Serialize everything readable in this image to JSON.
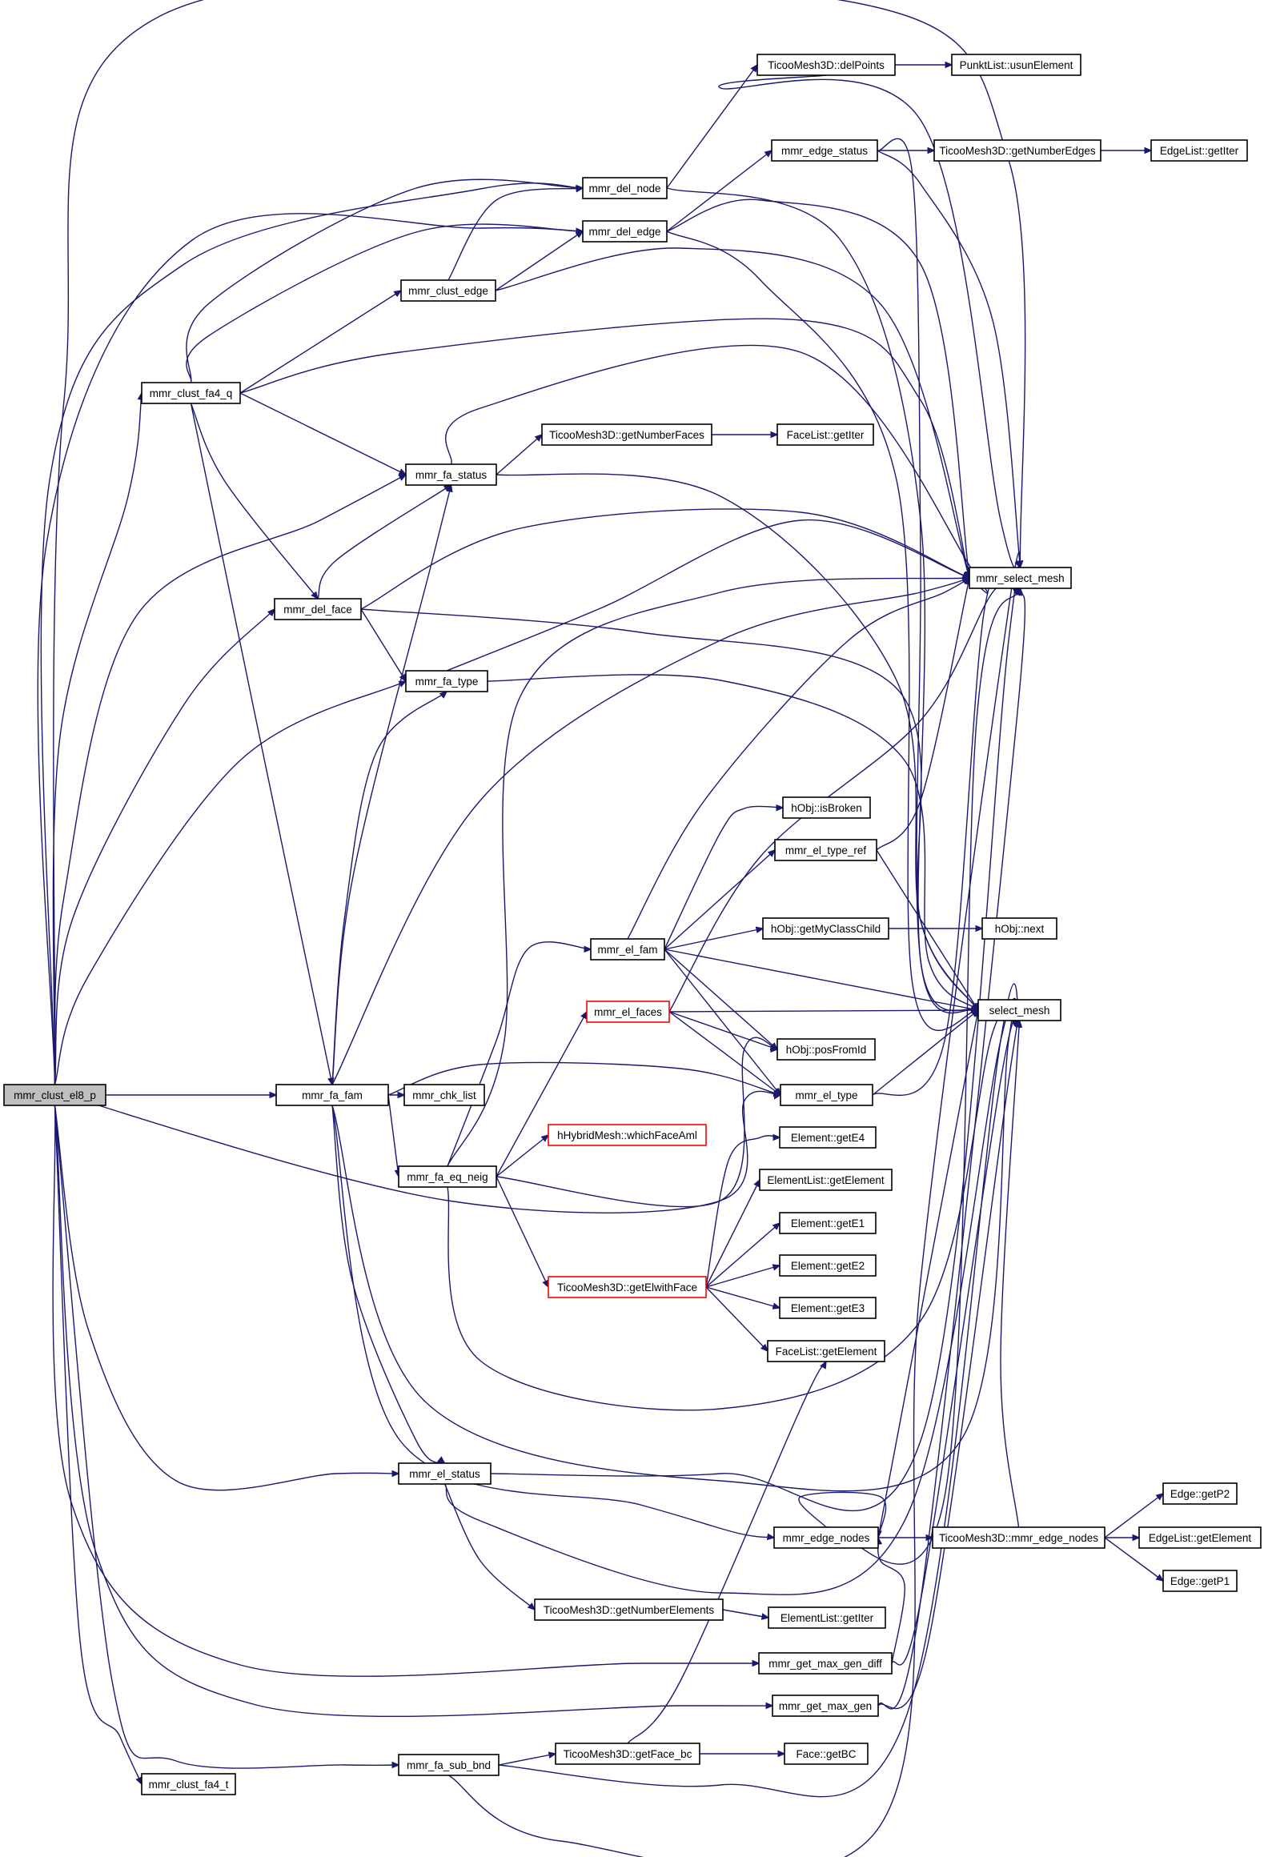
{
  "diagram": {
    "nodes": [
      {
        "id": "root",
        "label": "mmr_clust_el8_p"
      },
      {
        "id": "fa_fam",
        "label": "mmr_fa_fam"
      },
      {
        "id": "chk_list",
        "label": "mmr_chk_list"
      },
      {
        "id": "clust_fa4_q",
        "label": "mmr_clust_fa4_q"
      },
      {
        "id": "clust_fa4_t",
        "label": "mmr_clust_fa4_t"
      },
      {
        "id": "del_face",
        "label": "mmr_del_face"
      },
      {
        "id": "el_status",
        "label": "mmr_el_status"
      },
      {
        "id": "fa_sub_bnd",
        "label": "mmr_fa_sub_bnd"
      },
      {
        "id": "fa_status",
        "label": "mmr_fa_status"
      },
      {
        "id": "fa_type",
        "label": "mmr_fa_type"
      },
      {
        "id": "fa_eq_neig",
        "label": "mmr_fa_eq_neig"
      },
      {
        "id": "clust_edge",
        "label": "mmr_clust_edge"
      },
      {
        "id": "del_node",
        "label": "mmr_del_node"
      },
      {
        "id": "del_edge",
        "label": "mmr_del_edge"
      },
      {
        "id": "getNumberFaces",
        "label": "TicooMesh3D::getNumberFaces"
      },
      {
        "id": "el_fam",
        "label": "mmr_el_fam"
      },
      {
        "id": "el_faces",
        "label": "mmr_el_faces"
      },
      {
        "id": "whichFaceAml",
        "label": "hHybridMesh::whichFaceAml"
      },
      {
        "id": "getElwithFace",
        "label": "TicooMesh3D::getElwithFace"
      },
      {
        "id": "getNumberElements",
        "label": "TicooMesh3D::getNumberElements"
      },
      {
        "id": "getFace_bc",
        "label": "TicooMesh3D::getFace_bc"
      },
      {
        "id": "delPoints",
        "label": "TicooMesh3D::delPoints"
      },
      {
        "id": "edge_status",
        "label": "mmr_edge_status"
      },
      {
        "id": "FaceList_getIter",
        "label": "FaceList::getIter"
      },
      {
        "id": "isBroken",
        "label": "hObj::isBroken"
      },
      {
        "id": "el_type_ref",
        "label": "mmr_el_type_ref"
      },
      {
        "id": "getMyClassChild",
        "label": "hObj::getMyClassChild"
      },
      {
        "id": "posFromId",
        "label": "hObj::posFromId"
      },
      {
        "id": "el_type",
        "label": "mmr_el_type"
      },
      {
        "id": "getE4",
        "label": "Element::getE4"
      },
      {
        "id": "EL_getElement",
        "label": "ElementList::getElement"
      },
      {
        "id": "getE1",
        "label": "Element::getE1"
      },
      {
        "id": "getE2",
        "label": "Element::getE2"
      },
      {
        "id": "getE3",
        "label": "Element::getE3"
      },
      {
        "id": "FL_getElement",
        "label": "FaceList::getElement"
      },
      {
        "id": "edge_nodes",
        "label": "mmr_edge_nodes"
      },
      {
        "id": "EL_getIter",
        "label": "ElementList::getIter"
      },
      {
        "id": "get_max_gen_diff",
        "label": "mmr_get_max_gen_diff"
      },
      {
        "id": "get_max_gen",
        "label": "mmr_get_max_gen"
      },
      {
        "id": "Face_getBC",
        "label": "Face::getBC"
      },
      {
        "id": "usunElement",
        "label": "PunktList::usunElement"
      },
      {
        "id": "getNumberEdges",
        "label": "TicooMesh3D::getNumberEdges"
      },
      {
        "id": "EdgeList_getIter",
        "label": "EdgeList::getIter"
      },
      {
        "id": "select_mesh_mmr",
        "label": "mmr_select_mesh"
      },
      {
        "id": "select_mesh",
        "label": "select_mesh"
      },
      {
        "id": "hObj_next",
        "label": "hObj::next"
      },
      {
        "id": "T_mmr_edge_nodes",
        "label": "TicooMesh3D::mmr_edge_nodes"
      },
      {
        "id": "getP2",
        "label": "Edge::getP2"
      },
      {
        "id": "EdgeList_getElement",
        "label": "EdgeList::getElement"
      },
      {
        "id": "getP1",
        "label": "Edge::getP1"
      }
    ]
  }
}
